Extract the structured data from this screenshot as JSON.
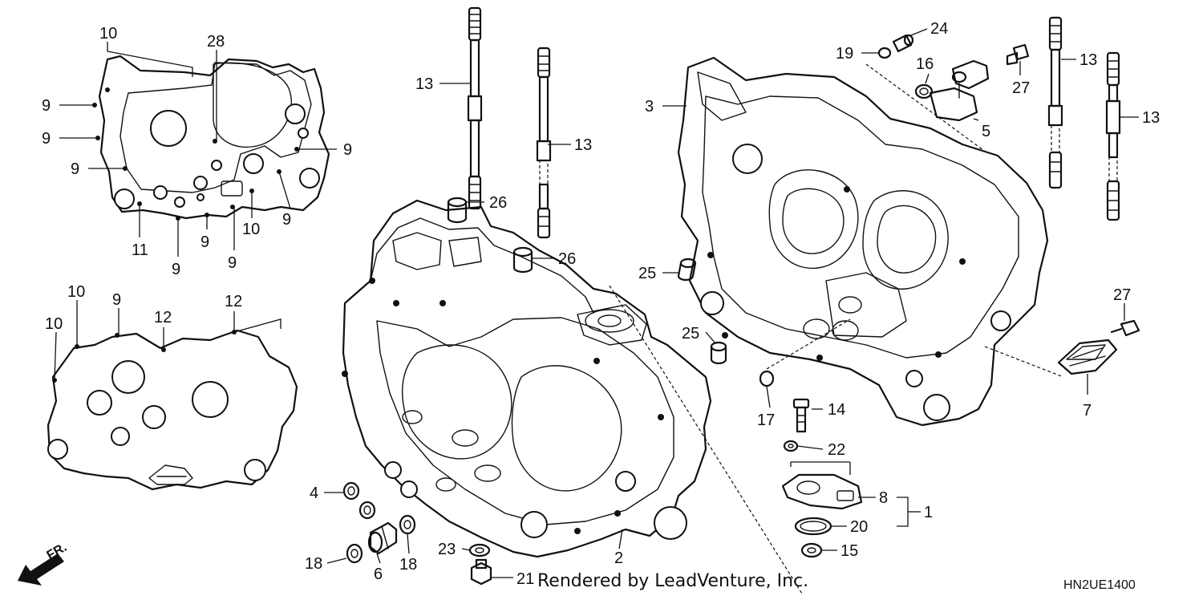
{
  "callouts": [
    {
      "id": "c10a",
      "text": "10"
    },
    {
      "id": "c28",
      "text": "28"
    },
    {
      "id": "c9a",
      "text": "9"
    },
    {
      "id": "c9b",
      "text": "9"
    },
    {
      "id": "c9c",
      "text": "9"
    },
    {
      "id": "c9d",
      "text": "9"
    },
    {
      "id": "c9e",
      "text": "9"
    },
    {
      "id": "c11",
      "text": "11"
    },
    {
      "id": "c9f",
      "text": "9"
    },
    {
      "id": "c9g",
      "text": "9"
    },
    {
      "id": "c9h",
      "text": "9"
    },
    {
      "id": "c10b",
      "text": "10"
    },
    {
      "id": "c10c",
      "text": "10"
    },
    {
      "id": "c9i",
      "text": "9"
    },
    {
      "id": "c12a",
      "text": "12"
    },
    {
      "id": "c12b",
      "text": "12"
    },
    {
      "id": "c10d",
      "text": "10"
    },
    {
      "id": "c13a",
      "text": "13"
    },
    {
      "id": "c13b",
      "text": "13"
    },
    {
      "id": "c26a",
      "text": "26"
    },
    {
      "id": "c26b",
      "text": "26"
    },
    {
      "id": "c3",
      "text": "3"
    },
    {
      "id": "c19",
      "text": "19"
    },
    {
      "id": "c24",
      "text": "24"
    },
    {
      "id": "c16",
      "text": "16"
    },
    {
      "id": "c27a",
      "text": "27"
    },
    {
      "id": "c5",
      "text": "5"
    },
    {
      "id": "c13c",
      "text": "13"
    },
    {
      "id": "c13d",
      "text": "13"
    },
    {
      "id": "c25a",
      "text": "25"
    },
    {
      "id": "c25b",
      "text": "25"
    },
    {
      "id": "c27b",
      "text": "27"
    },
    {
      "id": "c7",
      "text": "7"
    },
    {
      "id": "c17",
      "text": "17"
    },
    {
      "id": "c14",
      "text": "14"
    },
    {
      "id": "c22",
      "text": "22"
    },
    {
      "id": "c8",
      "text": "8"
    },
    {
      "id": "c1",
      "text": "1"
    },
    {
      "id": "c20",
      "text": "20"
    },
    {
      "id": "c15",
      "text": "15"
    },
    {
      "id": "c4",
      "text": "4"
    },
    {
      "id": "c18a",
      "text": "18"
    },
    {
      "id": "c6",
      "text": "6"
    },
    {
      "id": "c18b",
      "text": "18"
    },
    {
      "id": "c23",
      "text": "23"
    },
    {
      "id": "c2",
      "text": "2"
    },
    {
      "id": "c21",
      "text": "21"
    }
  ],
  "credit": "Rendered by LeadVenture, Inc.",
  "diagram_code": "HN2UE1400",
  "direction_label": "FR."
}
